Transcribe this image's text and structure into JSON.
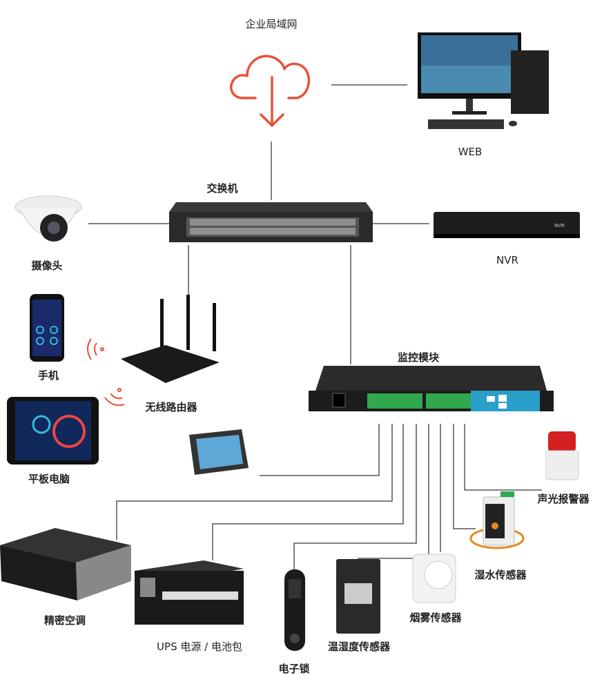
{
  "labels": {
    "lan": "企业局域网",
    "web": "WEB",
    "switch": "交换机",
    "camera": "摄像头",
    "nvr": "NVR",
    "phone": "手机",
    "router": "无线路由器",
    "monitor_module": "监控模块",
    "tablet": "平板电脑",
    "alarm": "声光报警器",
    "water_sensor": "湿水传感器",
    "precision_ac": "精密空调",
    "ups": "UPS 电源 / 电池包",
    "smoke_sensor": "烟雾传感器",
    "temp_humidity_sensor": "温湿度传感器",
    "electronic_lock": "电子锁"
  },
  "colors": {
    "cloud": "#e8503a",
    "line": "#555555",
    "module_accent": "#2a9fc9",
    "terminal_green": "#2fa84f"
  },
  "icons": {
    "cloud": "cloud-download-icon",
    "wifi": "wifi-signal-icon"
  }
}
